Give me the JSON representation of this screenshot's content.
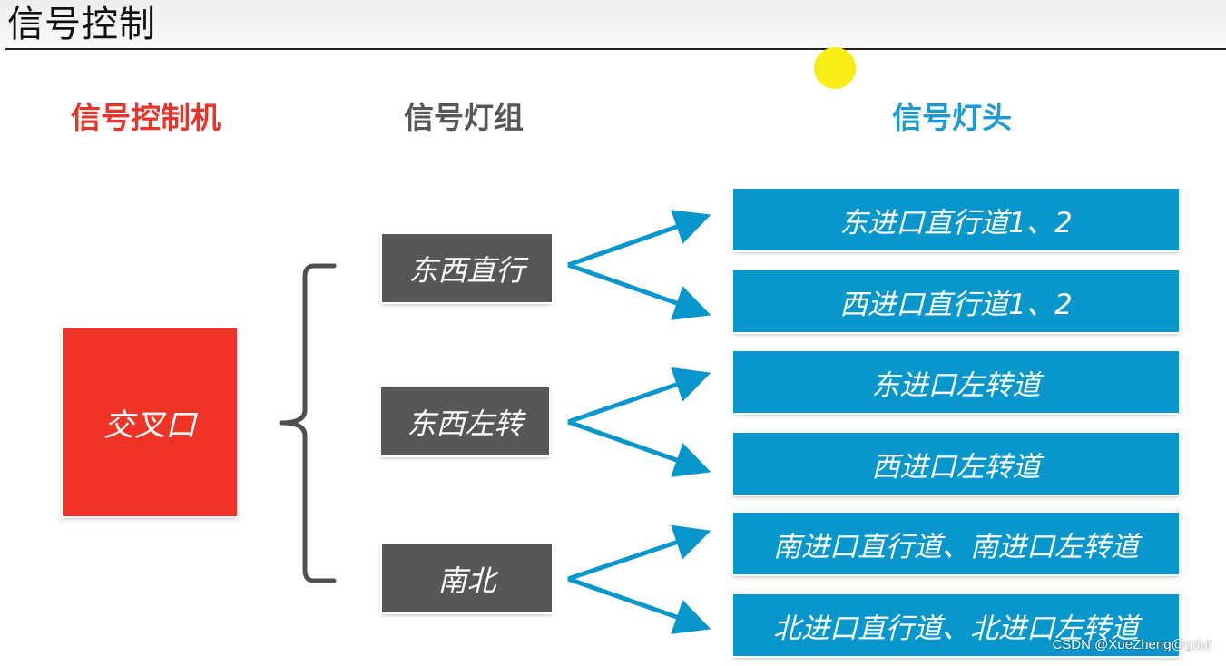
{
  "page_title": "信号控制",
  "headings": {
    "controller": "信号控制机",
    "light_group": "信号灯组",
    "light_head": "信号灯头"
  },
  "junction": {
    "label": "交叉口"
  },
  "light_groups": [
    "东西直行",
    "东西左转",
    "南北"
  ],
  "light_heads": [
    "东进口直行道1、2",
    "西进口直行道1、2",
    "东进口左转道",
    "西进口左转道",
    "南进口直行道、南进口左转道",
    "北进口直行道、北进口左转道"
  ],
  "colors": {
    "controller": "#ef3324",
    "light_group": "#575757",
    "light_head": "#0797cd",
    "connector_bracket": "#4f4f4f",
    "connector_arrow": "#0797cd",
    "pointer": "#f7ec14"
  },
  "watermark": "CSDN @XueZheng@gdut"
}
